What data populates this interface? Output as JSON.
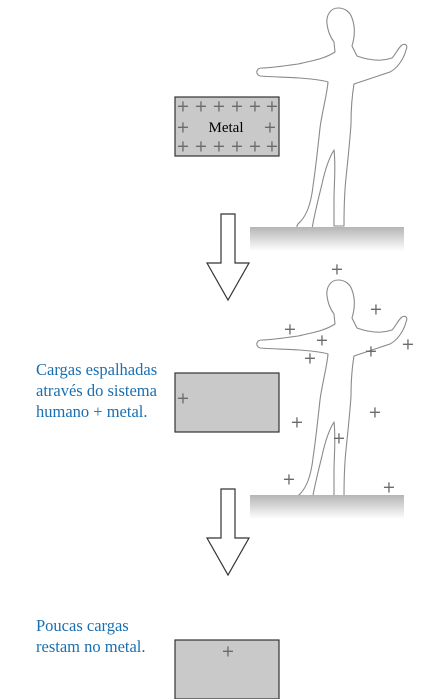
{
  "metal_label": "Metal",
  "captions": {
    "spread": "Cargas espalhadas\natravés do sistema\nhumano + metal.",
    "few": "Poucas cargas\nrestam no metal."
  },
  "charge_symbol": "+",
  "colors": {
    "caption": "#1a6fb0",
    "metal_fill": "#c9c9c9",
    "metal_stroke": "#333333",
    "figure_stroke": "#8a8a8a",
    "charge": "#6b6b6b",
    "floor_top": "#b5b5b5",
    "floor_bottom": "#ffffff"
  },
  "icons": [
    "human-figure",
    "down-arrow",
    "metal-block",
    "floor-platform"
  ]
}
